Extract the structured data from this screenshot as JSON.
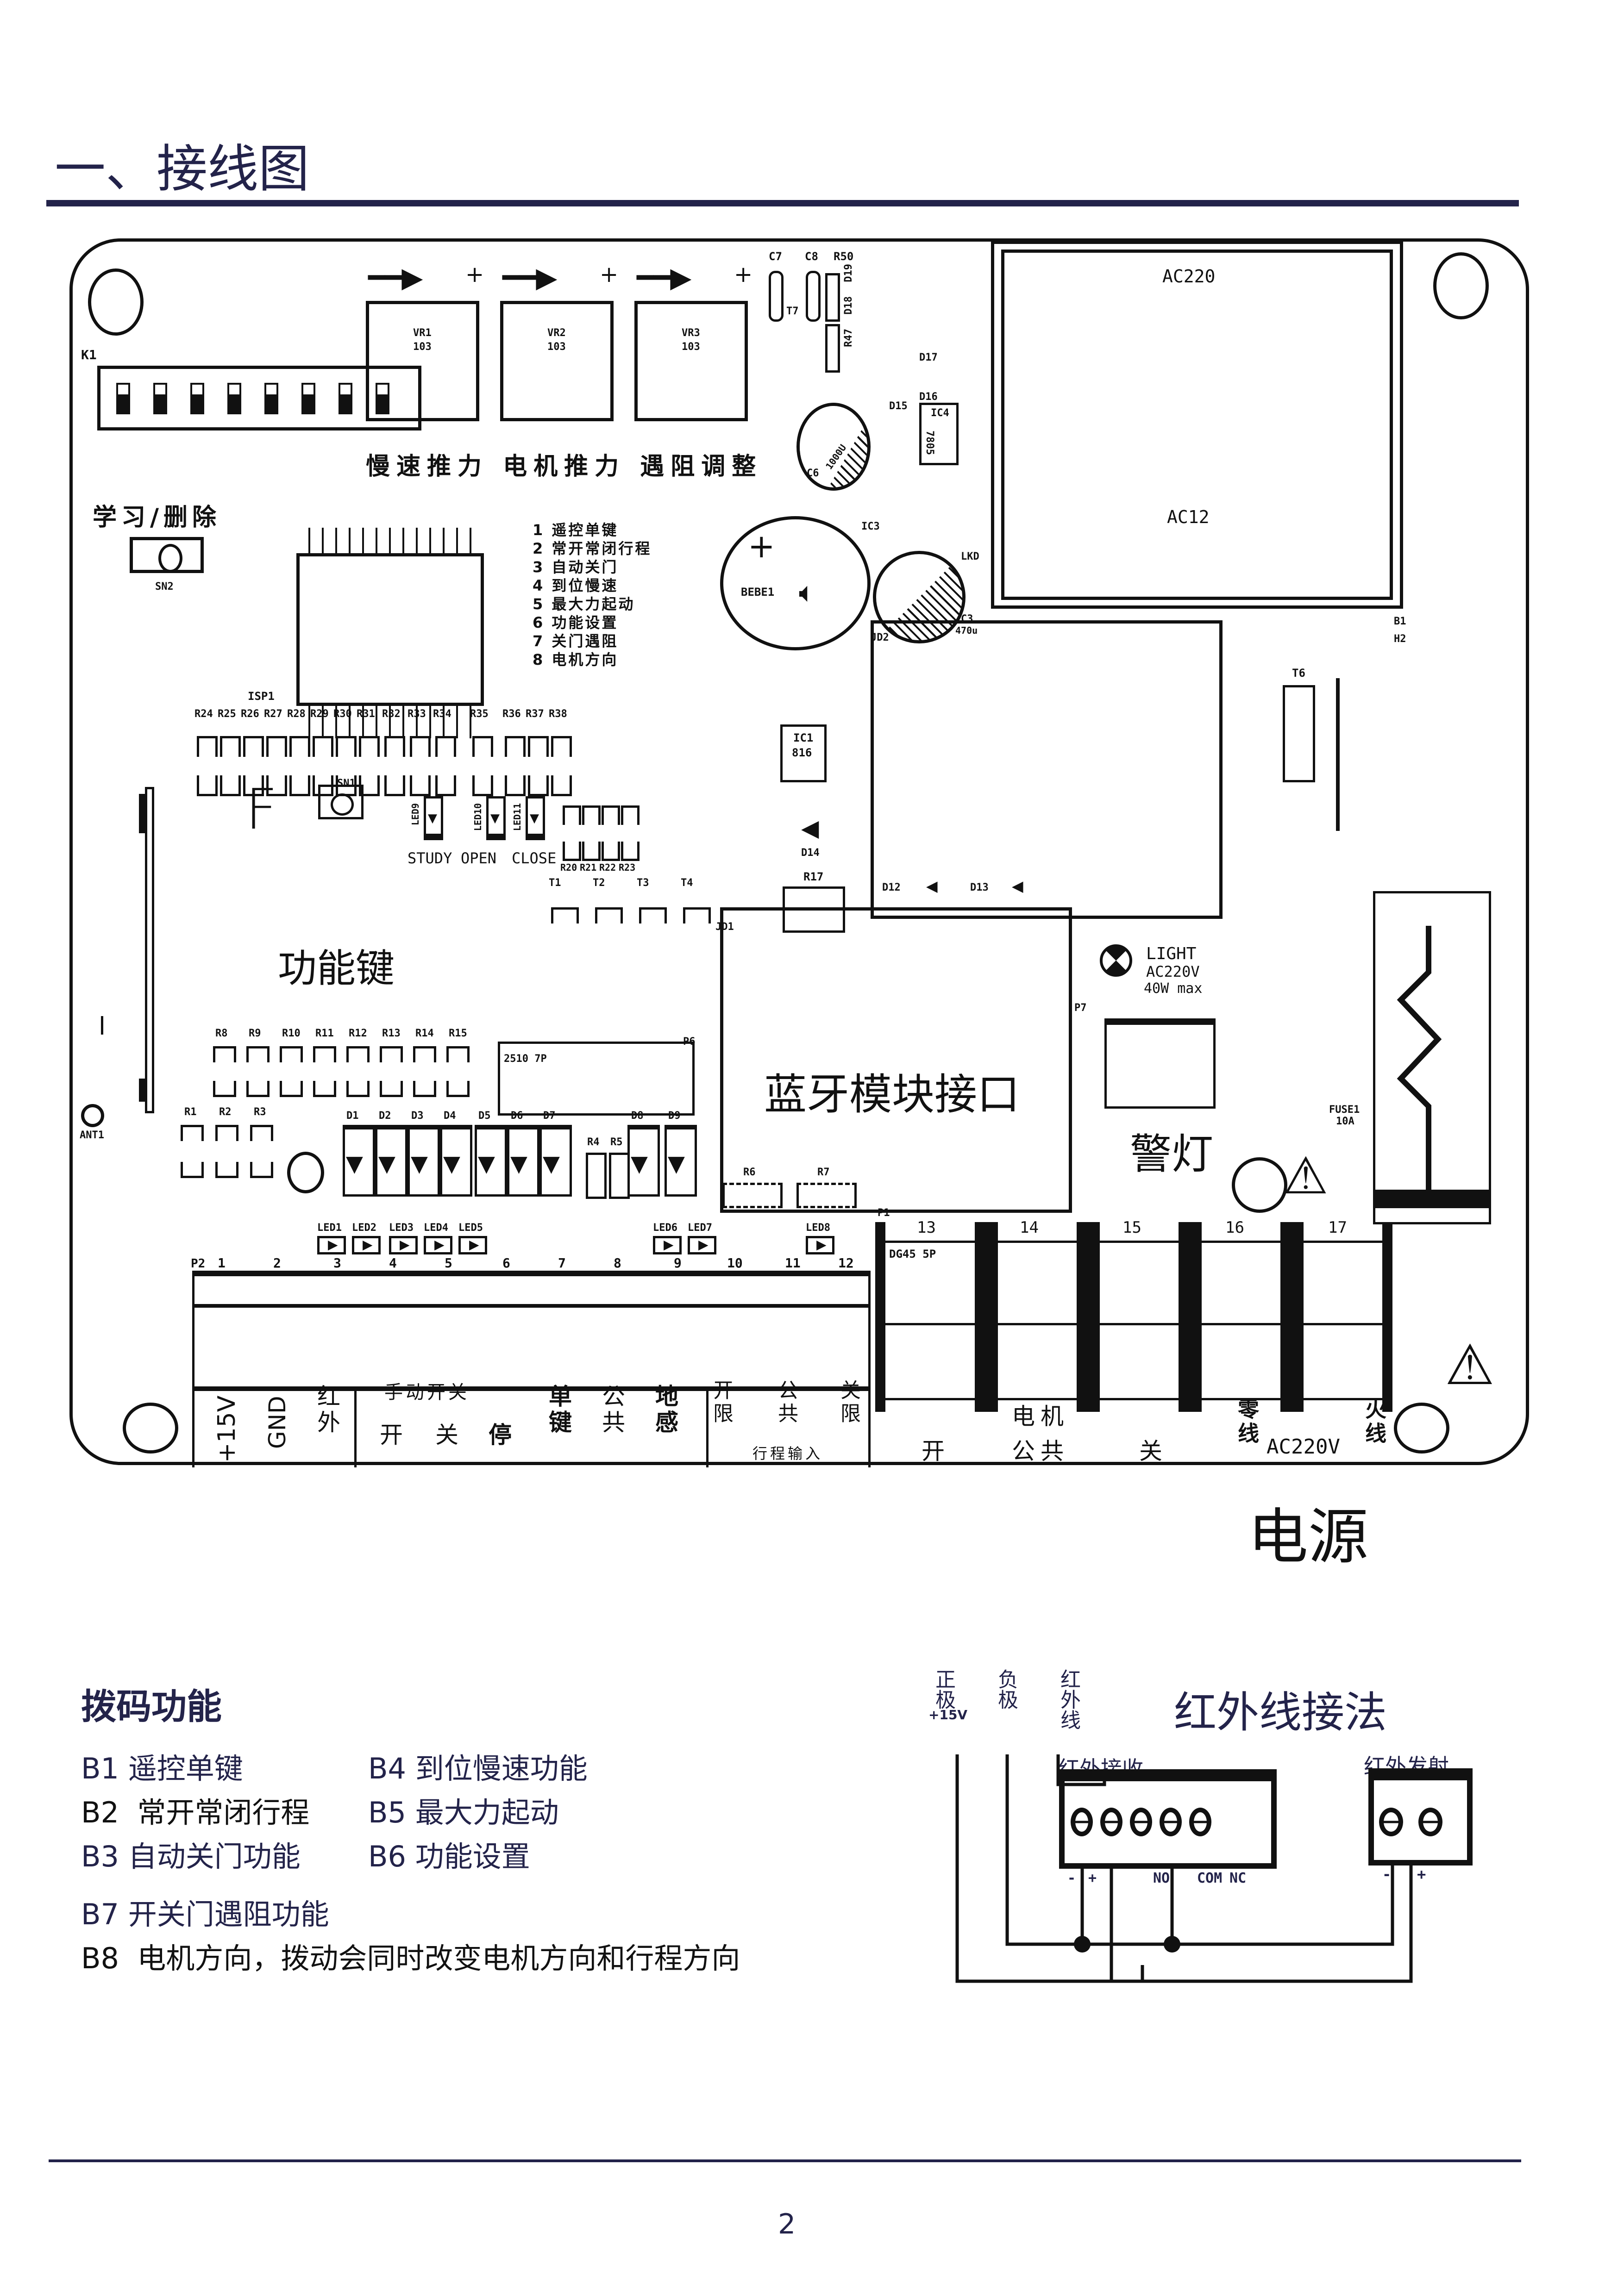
{
  "page": {
    "title": "一、接线图",
    "page_number": "2",
    "accent_color": "#23234a"
  },
  "pcb": {
    "dip_switch": {
      "ref": "K1",
      "positions": 8
    },
    "pots": [
      {
        "ref": "VR1",
        "value": "103"
      },
      {
        "ref": "VR2",
        "value": "103"
      },
      {
        "ref": "VR3",
        "value": "103"
      }
    ],
    "pot_plus": "+",
    "pot_caption": "慢速推力 电机推力 遇阻调整",
    "learn_delete_label": "学习/删除",
    "sn2": "SN2",
    "dip_legend": [
      "1 遥控单键",
      "2 常开常闭行程",
      "3 自动关门",
      "4 到位慢速",
      "5 最大力起动",
      "6 功能设置",
      "7 关门遇阻",
      "8 电机方向"
    ],
    "isp": "ISP1",
    "r_top": [
      "R24",
      "R25",
      "R26",
      "R27",
      "R28",
      "R29",
      "R30",
      "R31",
      "R32",
      "R33",
      "R34",
      "R35",
      "R36",
      "R37",
      "R38"
    ],
    "leds_status": [
      "LED9",
      "LED10",
      "LED11"
    ],
    "status_labels": [
      "STUDY",
      "OPEN",
      "CLOSE"
    ],
    "r_mid": [
      "R20",
      "R21",
      "R22",
      "R23"
    ],
    "t_refs": [
      "T1",
      "T2",
      "T3",
      "T4"
    ],
    "jd1": "JD1",
    "sn1": "SN1",
    "f_label": "F",
    "function_key_label": "功能键",
    "r_low": [
      "R8",
      "R9",
      "R10",
      "R11",
      "R12",
      "R13",
      "R14",
      "R15"
    ],
    "r_low2": [
      "R1",
      "R2",
      "R3"
    ],
    "p6": {
      "ref": "P6",
      "part": "2510 7P"
    },
    "diodes": [
      "D1",
      "D2",
      "D3",
      "D4",
      "D5",
      "D6",
      "D7",
      "D8",
      "D9"
    ],
    "r45": [
      "R4",
      "R5"
    ],
    "r67": [
      "R6",
      "R7"
    ],
    "leds": [
      "LED1",
      "LED2",
      "LED3",
      "LED4",
      "LED5",
      "LED6",
      "LED7",
      "LED8"
    ],
    "ant": "ANT1",
    "top_parts": {
      "c7": "C7",
      "c8": "C8",
      "r50": "R50",
      "t7": "T7",
      "r47": "R47",
      "d19": "D19",
      "d18": "D18",
      "d17": "D17",
      "d16": "D16",
      "d15": "D15",
      "ic4": "IC4",
      "reg": "7805",
      "c6": "C6",
      "c6v": "1000U",
      "ic3": "IC3",
      "bebe": "BEBE1",
      "c3": "C3",
      "c3v": "470u",
      "jd2": "JD2",
      "lkd": "LKD",
      "ic1": "IC1",
      "ic1v": "816",
      "d14": "D14",
      "r17": "R17",
      "d12": "D12",
      "d13": "D13"
    },
    "transformer": {
      "primary": "AC220",
      "secondary": "AC12",
      "b1": "B1",
      "h2": "H2"
    },
    "t6": "T6",
    "bluetooth_label": "蓝牙模块接口",
    "warning_light": {
      "p7": "P7",
      "line1": "LIGHT",
      "line2": "AC220V",
      "line3": "40W max",
      "label": "警灯"
    },
    "fuse": {
      "ref": "FUSE1",
      "rating": "10A"
    },
    "p1": {
      "ref": "P1",
      "part": "DG45 5P",
      "pins": [
        "13",
        "14",
        "15",
        "16",
        "17"
      ]
    },
    "p2": {
      "ref": "P2",
      "pins": [
        "1",
        "2",
        "3",
        "4",
        "5",
        "6",
        "7",
        "8",
        "9",
        "10",
        "11",
        "12"
      ]
    },
    "terminal_labels": {
      "plus15v": "+15V",
      "gnd": "GND",
      "ir": "红外",
      "manual_switch": "手动开关",
      "open": "开",
      "close": "关",
      "stop": "停",
      "single_key": "单键",
      "common": "公共",
      "loop": "地感",
      "limit_open": "开限",
      "limit_common": "公共",
      "limit_close": "关限",
      "limit_caption": "行程输入"
    },
    "motor_labels": {
      "open": "开",
      "motor": "电机",
      "common": "公共",
      "close": "关",
      "neutral": "零线",
      "ac": "AC220V",
      "live": "火线"
    }
  },
  "power_label": "电源",
  "dip_functions": {
    "title": "拨码功能",
    "items": [
      "B1 遥控单键",
      "B4 到位慢速功能",
      "B2  常开常闭行程",
      "B5 最大力起动",
      "B3 自动关门功能",
      "B6 功能设置",
      "B7 开关门遇阻功能",
      "B8  电机方向，拨动会同时改变电机方向和行程方向"
    ]
  },
  "ir_wiring": {
    "title": "红外线接法",
    "wire_labels": [
      "正极",
      "负极",
      "红外线"
    ],
    "plus15v": "+15V",
    "receiver": "红外接收",
    "transmitter": "红外发射",
    "rx_terminals": [
      "-",
      "+",
      "NO",
      "COM",
      "NC"
    ],
    "tx_terminals": [
      "-",
      "+"
    ]
  }
}
